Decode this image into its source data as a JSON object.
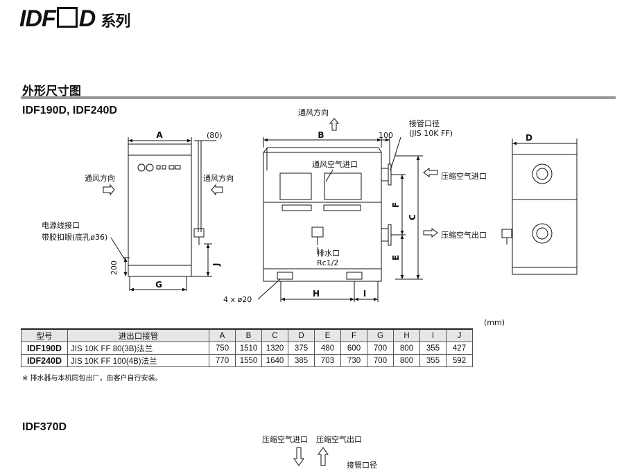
{
  "series_title": {
    "prefix": "IDF",
    "suffix": "D",
    "cn": "系列"
  },
  "section_heading": "外形尺寸图",
  "model_heading_1": "IDF190D, IDF240D",
  "model_heading_2": "IDF370D",
  "front_view": {
    "dim_a": "A",
    "dim_80": "(80)",
    "airflow_left": "通风方向",
    "airflow_right": "通风方向",
    "power_label_1": "电源线接口",
    "power_label_2": "带胶扣眼(底孔ø36)",
    "dim_200": "200",
    "dim_j": "J",
    "dim_g": "G"
  },
  "side_view": {
    "airflow_top": "通风方向",
    "dim_b": "B",
    "dim_100": "100",
    "pipe_label_1": "接管口径",
    "pipe_label_2": "(JIS 10K FF)",
    "air_inlet_label": "通风空气进口",
    "compressed_in": "压缩空气进口",
    "compressed_out": "压缩空气出口",
    "dim_c": "C",
    "dim_f": "F",
    "dim_e": "E",
    "drain_label_1": "排水口",
    "drain_label_2": "Rc1/2",
    "holes_label": "4 x ø20",
    "dim_h": "H",
    "dim_i": "I"
  },
  "end_view": {
    "dim_d": "D"
  },
  "unit_note": "(mm)",
  "table": {
    "headers": [
      "型号",
      "进出口接管",
      "A",
      "B",
      "C",
      "D",
      "E",
      "F",
      "G",
      "H",
      "I",
      "J"
    ],
    "rows": [
      [
        "IDF190D",
        "JIS 10K FF 80(3B)法兰",
        "750",
        "1510",
        "1320",
        "375",
        "480",
        "600",
        "700",
        "800",
        "355",
        "427"
      ],
      [
        "IDF240D",
        "JIS 10K FF 100(4B)法兰",
        "770",
        "1550",
        "1640",
        "385",
        "703",
        "730",
        "700",
        "800",
        "355",
        "592"
      ]
    ]
  },
  "footnote": "※ 排水器与本机同包出厂，由客户自行安装。",
  "bottom_diagram": {
    "compressed_in": "压缩空气进口",
    "compressed_out": "压缩空气出口",
    "pipe_label": "接管口径"
  }
}
